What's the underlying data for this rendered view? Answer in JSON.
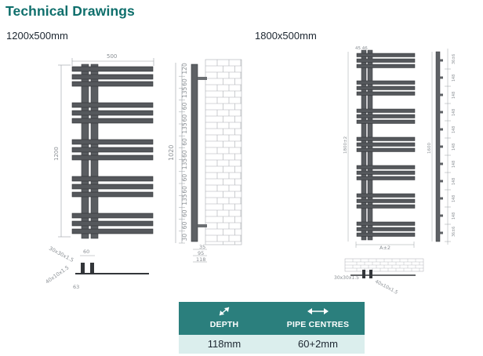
{
  "page": {
    "title": "Technical Drawings",
    "accent_color": "#0f6f6c",
    "table_header_color": "#2b7f7d",
    "table_body_color": "#dbeeed"
  },
  "drawings": [
    {
      "label": "1200x500mm",
      "front_width": "500",
      "front_height": "1200",
      "side_height": "1020",
      "side_segments": [
        "30",
        "60",
        "60",
        "135",
        "60",
        "60",
        "135",
        "60",
        "60",
        "135",
        "60",
        "60",
        "135",
        "60",
        "120"
      ],
      "side_bottom_dims": [
        "35",
        "95",
        "118"
      ],
      "floor_dims": [
        "30x30x1.5",
        "40x10x1.5",
        "60",
        "63"
      ]
    },
    {
      "label": "1800x500mm",
      "front_width_top": "45 46",
      "front_height": "1800±2",
      "front_bottom": "A±2",
      "side_height": "1600",
      "side_segments": [
        "36±6",
        "148",
        "148",
        "148",
        "148",
        "148",
        "148",
        "148",
        "148",
        "148",
        "36±6"
      ],
      "floor_dims": [
        "30x30x1.5",
        "40x10x1.5"
      ]
    }
  ],
  "specs": [
    {
      "icon": "depth-arrow-icon",
      "label": "DEPTH",
      "value": "118mm"
    },
    {
      "icon": "pipe-centres-arrow-icon",
      "label": "PIPE CENTRES",
      "value": "60+2mm"
    }
  ]
}
